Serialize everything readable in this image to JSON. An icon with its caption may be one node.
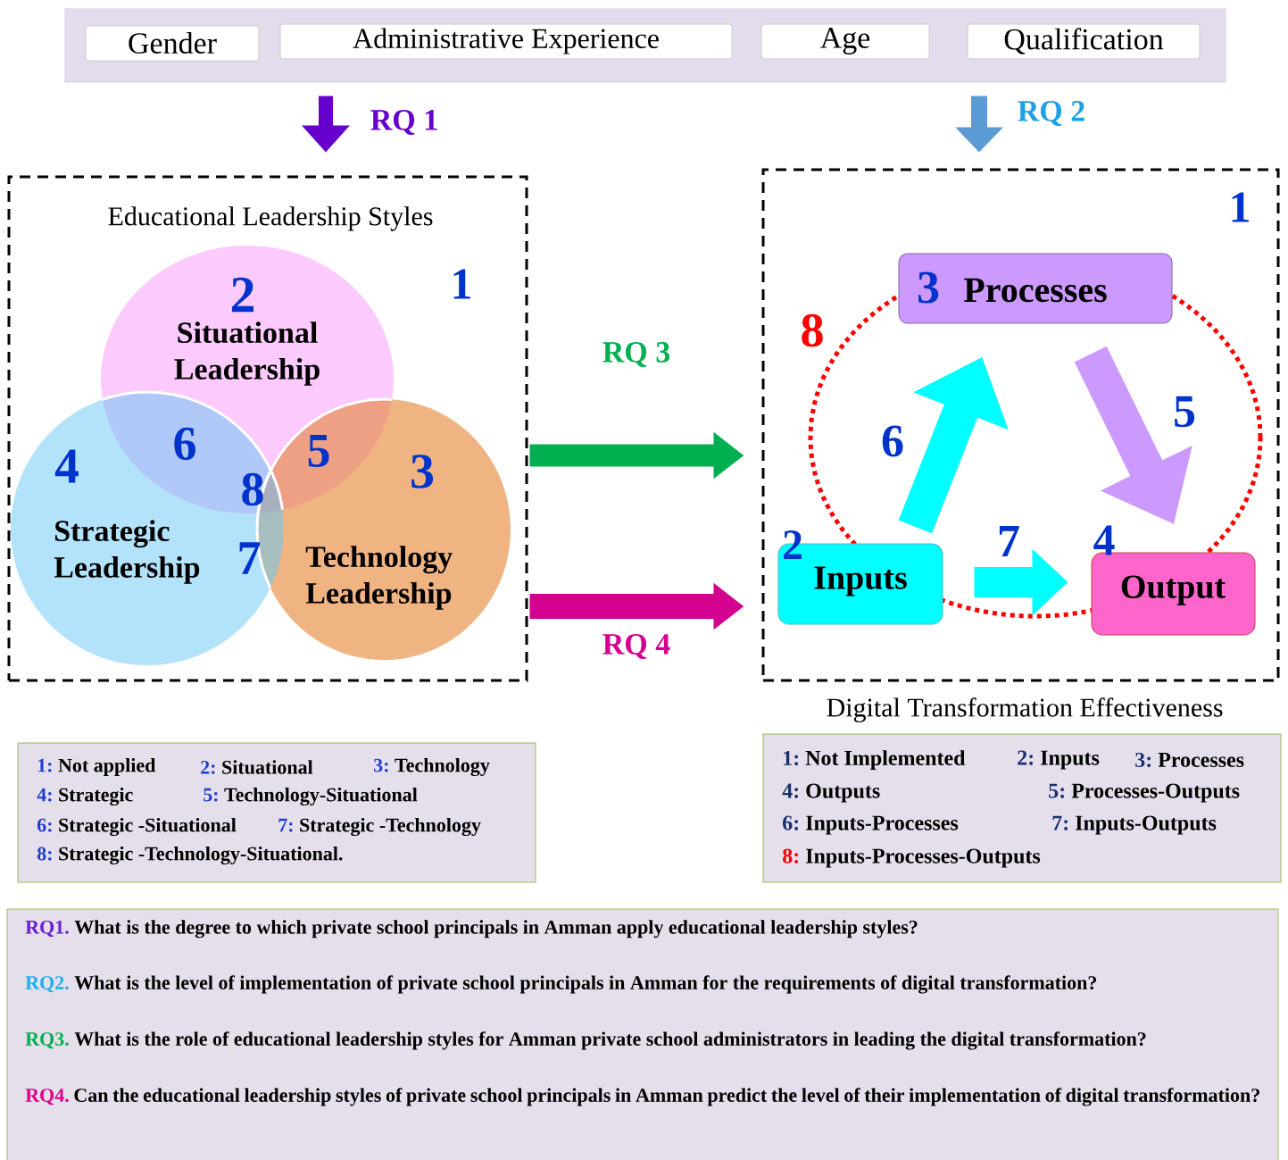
{
  "diagram": {
    "nodes": [
      {
        "text": [],
        "shape": "box"
      },
      {
        "text": [
          "Gender"
        ],
        "in": 0
      },
      {
        "text": [
          "Administrative Experience"
        ],
        "in": 0
      },
      {
        "text": [
          "Age"
        ],
        "in": 0
      },
      {
        "text": [
          "Qualification"
        ],
        "in": 0
      },
      {
        "text": [
          "Educational Leadership Styles",
          "1"
        ]
      },
      {
        "text": [
          "2",
          "Situational Leadership"
        ],
        "in": 5
      },
      {
        "text": [
          "4",
          "Strategic Leadership"
        ],
        "in": 5
      },
      {
        "text": [
          "3",
          "Technology Leadership"
        ],
        "in": 5
      },
      {
        "text": [
          "1"
        ],
        "beside": [
          "Digital Transformation Effectiveness"
        ]
      },
      {
        "text": [
          "3",
          "Processes"
        ],
        "in": 9
      },
      {
        "text": [
          "2",
          "Inputs"
        ],
        "in": 9
      },
      {
        "text": [
          "4",
          "Output"
        ],
        "in": 9
      },
      {
        "text": [
          "1:",
          "Not applied",
          "2:",
          "Situational",
          "3:",
          "Technology",
          "4:",
          "Strategic",
          "5:",
          "Technology-Situational",
          "6:",
          "Strategic -Situational",
          "7:",
          "Strategic -Technology",
          "8:",
          "Strategic -Technology-Situational."
        ]
      },
      {
        "text": [
          "1:",
          "Not Implemented",
          "2:",
          "Inputs",
          "3:",
          "Processes",
          "4:",
          "Outputs",
          "5:",
          "Processes-Outputs",
          "6:",
          "Inputs-Processes",
          "7:",
          "Inputs-Outputs",
          "8:",
          "Inputs-Processes-Outputs"
        ]
      },
      {
        "text": [
          "RQ1.",
          "What is the degree to which private school principals in Amman apply educational leadership styles?",
          "RQ2.",
          "What is the level of implementation of private school principals in Amman for the requirements of digital transformation?",
          "RQ3.",
          "What is the role of educational leadership styles for Amman private school administrators in leading the digital transformation?",
          "RQ4.",
          "Can the educational leadership styles of private school principals in Amman predict the level of their implementation of digital transformation?"
        ]
      }
    ],
    "edges": [
      {
        "from": 0,
        "to": 5,
        "arrow": "to",
        "label": "RQ 1",
        "color": "#6600cc"
      },
      {
        "from": 0,
        "to": 9,
        "arrow": "to",
        "label": "RQ 2",
        "color": "#5b9bd5"
      },
      {
        "from": 5,
        "to": 9,
        "arrow": "to",
        "label": "RQ 3",
        "color": "#00b050"
      },
      {
        "from": 5,
        "to": 9,
        "arrow": "to",
        "label": "RQ 4",
        "color": "#d4008f"
      },
      {
        "from": 11,
        "to": 10,
        "arrow": "to",
        "label": "6",
        "color": "#00ffff"
      },
      {
        "from": 10,
        "to": 12,
        "arrow": "to",
        "label": "5",
        "color": "#cc99ff"
      },
      {
        "from": 11,
        "to": 12,
        "arrow": "to",
        "label": "7",
        "color": "#00ffff"
      }
    ],
    "labels": [
      "6",
      "5",
      "8",
      "7",
      "8"
    ]
  }
}
